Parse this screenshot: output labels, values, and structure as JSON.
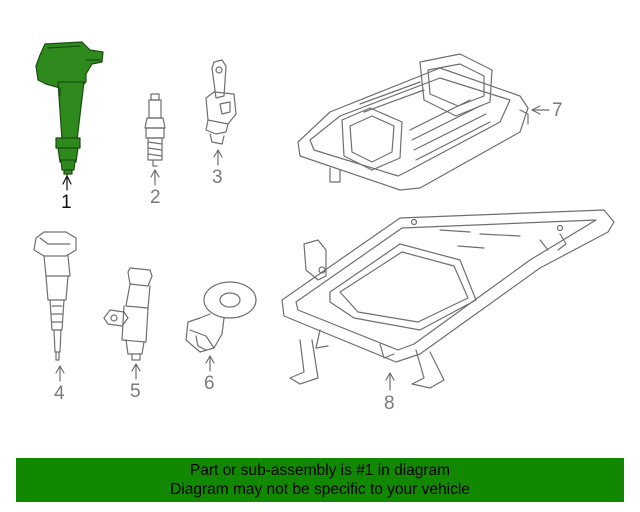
{
  "diagram": {
    "callouts": [
      "1",
      "2",
      "3",
      "4",
      "5",
      "6",
      "7",
      "8"
    ],
    "highlight_color": "#2f8a1e",
    "line_color": "#6f6f6f"
  },
  "footer": {
    "line1": "Part or sub-assembly is #1 in diagram",
    "line2": "Diagram may not be specific to your vehicle",
    "background": "#118800"
  }
}
